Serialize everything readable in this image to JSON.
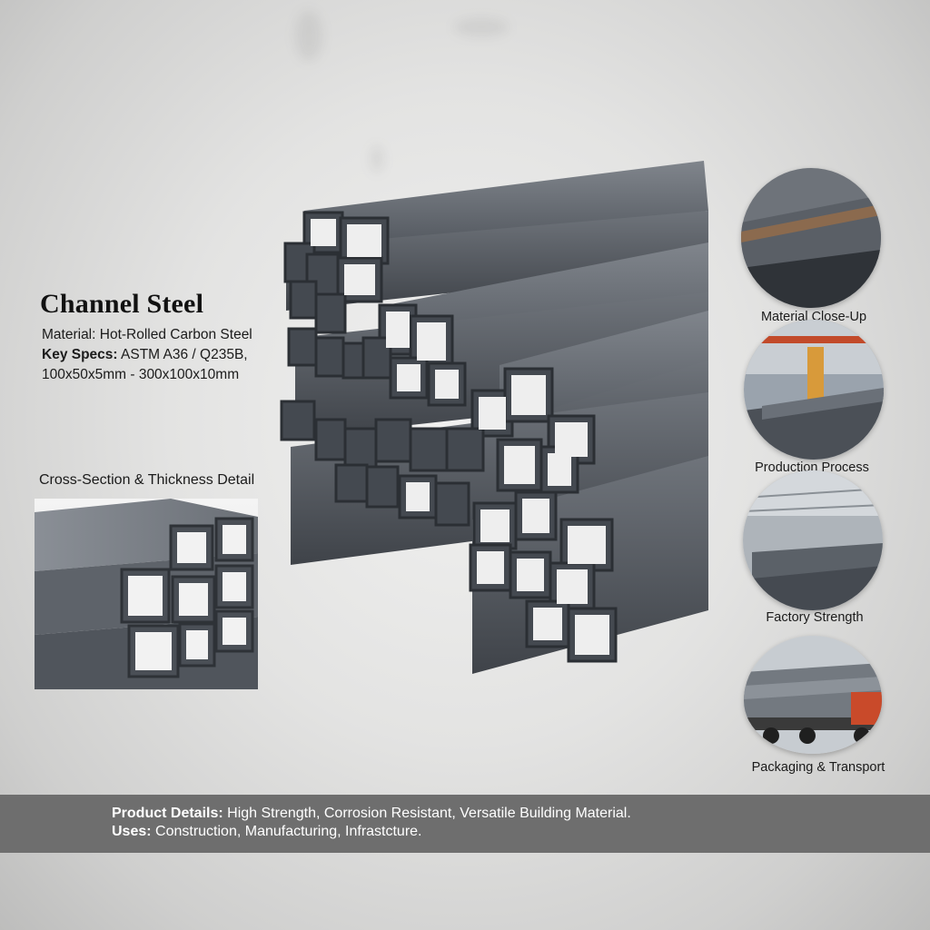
{
  "heading": {
    "title": "Channel Steel"
  },
  "specs": {
    "material_label": "Material:",
    "material_value": "Hot-Rolled Carbon Steel",
    "key_specs_label": "Key Specs:",
    "key_specs_value": "ASTM A36 / Q235B,",
    "size_range": "100x50x5mm - 300x100x10mm"
  },
  "detail": {
    "caption": "Cross-Section & Thickness Detail"
  },
  "gallery": [
    {
      "label": "Material Close-Up"
    },
    {
      "label": "Production Process"
    },
    {
      "label": "Factory Strength"
    },
    {
      "label": "Packaging & Transport"
    }
  ],
  "footer": {
    "details_label": "Product Details:",
    "details_value": "High Strength, Corrosion Resistant, Versatile Building Material.",
    "uses_label": "Uses:",
    "uses_value": "Construction, Manufacturing, Infrastcture."
  },
  "colors": {
    "steel_dark": "#3f4349",
    "steel_mid": "#5b6067",
    "steel_light": "#7c8188",
    "footer_bar": "#6e6e6e",
    "rust": "#b5733a"
  }
}
